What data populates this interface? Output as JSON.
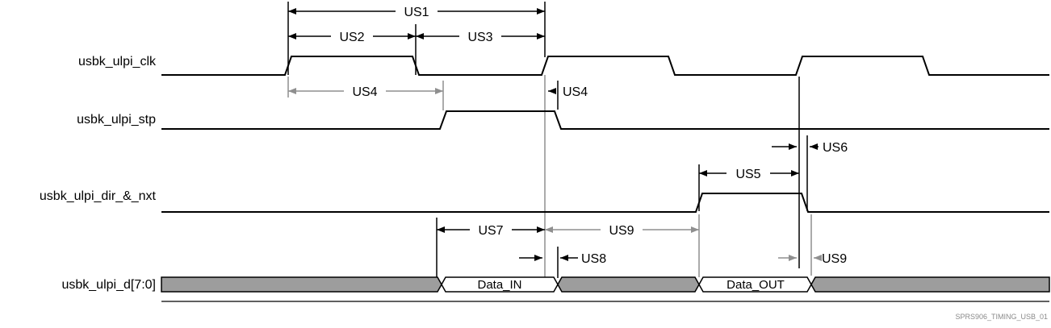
{
  "diagram": {
    "type": "usb-ulpi-timing-diagram",
    "watermark": "SPRS906_TIMING_USB_01",
    "signals": {
      "clk": "usbk_ulpi_clk",
      "stp": "usbk_ulpi_stp",
      "dir_nxt": "usbk_ulpi_dir_&_nxt",
      "data": "usbk_ulpi_d[7:0]"
    },
    "params": {
      "us1": "US1",
      "us2": "US2",
      "us3": "US3",
      "us4_rise": "US4",
      "us4_fall": "US4",
      "us5": "US5",
      "us6": "US6",
      "us7": "US7",
      "us8": "US8",
      "us9_start": "US9",
      "us9_end": "US9"
    },
    "bus_segments": {
      "data_in": "Data_IN",
      "data_out": "Data_OUT"
    },
    "colors": {
      "signal": "#000000",
      "reference": "#8f8f8f",
      "bus_fill": "#9d9d9d",
      "background": "#ffffff"
    }
  }
}
